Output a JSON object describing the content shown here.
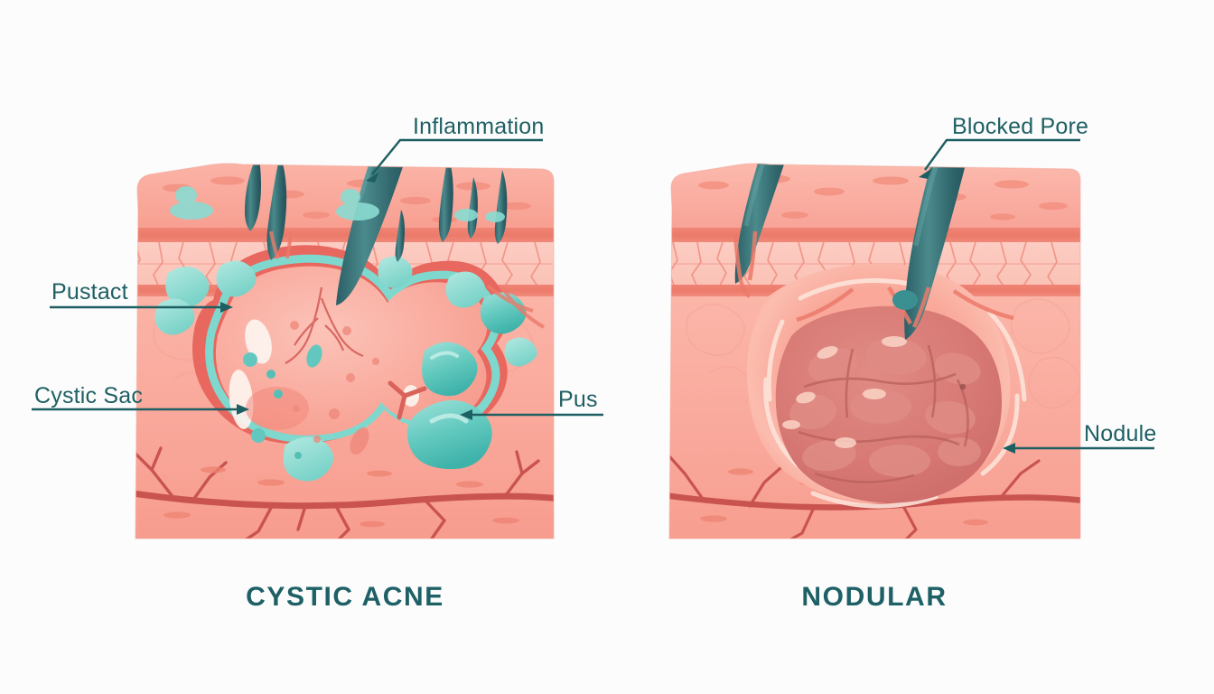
{
  "figure": {
    "background_color": "#fcfcfc",
    "label_color": "#1e5f63",
    "title_color": "#1d6066",
    "accent_pus_color": "#6ecfc6",
    "skin_color": "#f7a79b",
    "nodule_color": "#d9736e"
  },
  "panels": [
    {
      "id": "cystic-acne",
      "title": "CYSTIC ACNE",
      "labels": [
        {
          "id": "inflammation",
          "text": "Inflammation",
          "arrow": "down-left"
        },
        {
          "id": "pustact",
          "text": "Pustact",
          "arrow": "right"
        },
        {
          "id": "cystic-sac",
          "text": "Cystic Sac",
          "arrow": "right"
        },
        {
          "id": "pus",
          "text": "Pus",
          "arrow": "left"
        }
      ]
    },
    {
      "id": "nodular",
      "title": "NODULAR",
      "labels": [
        {
          "id": "blocked-pore",
          "text": "Blocked Pore",
          "arrow": "down-left"
        },
        {
          "id": "nodule",
          "text": "Nodule",
          "arrow": "left"
        }
      ]
    }
  ]
}
